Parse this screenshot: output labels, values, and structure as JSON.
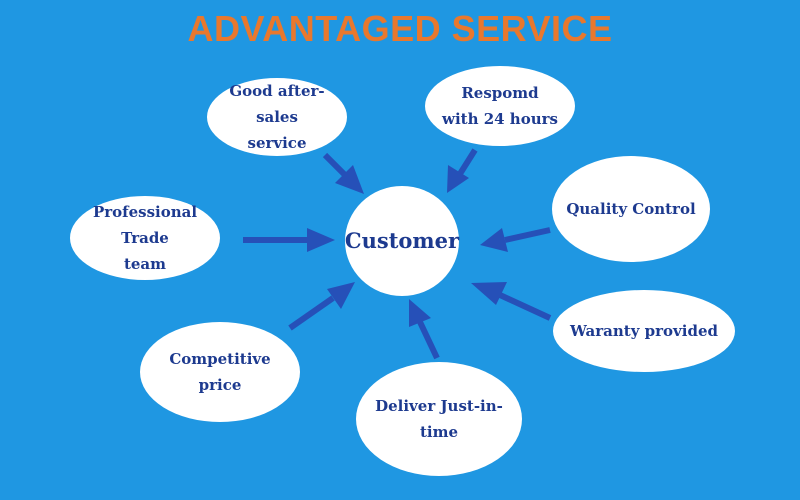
{
  "title": "ADVANTAGED SERVICE",
  "colors": {
    "background": "#1f97e2",
    "title": "#e8782d",
    "text": "#1d3a8f",
    "arrow": "#2650b8",
    "node": "#ffffff"
  },
  "center": {
    "label": "Customer"
  },
  "nodes": [
    {
      "label": "Good after-sales\nservice"
    },
    {
      "label": "Respomd\nwith 24 hours"
    },
    {
      "label": "Quality Control"
    },
    {
      "label": "Professional Trade\nteam"
    },
    {
      "label": "Waranty provided"
    },
    {
      "label": "Competitive price"
    },
    {
      "label": "Deliver Just-in-time"
    }
  ]
}
